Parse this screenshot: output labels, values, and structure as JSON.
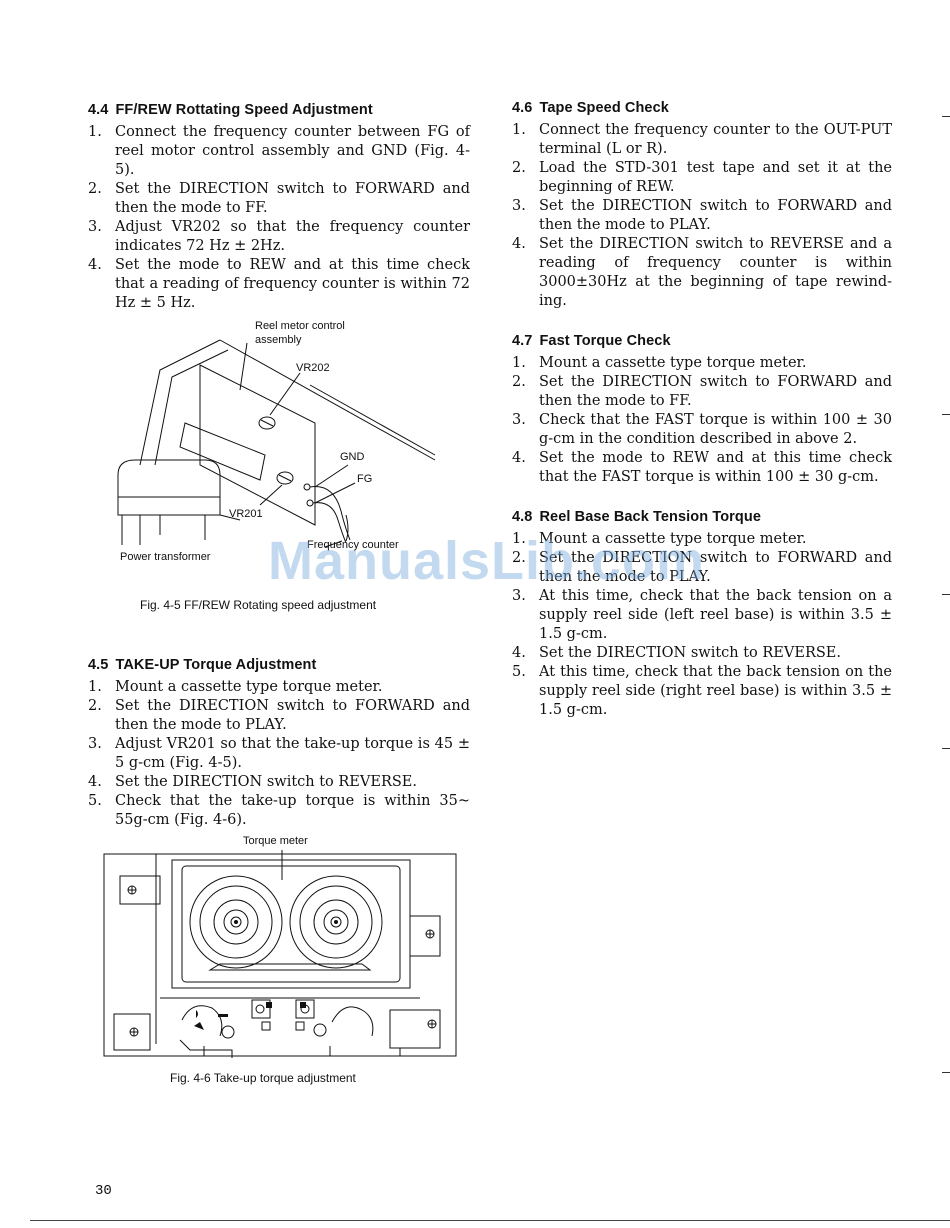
{
  "sections": {
    "s44": {
      "num": "4.4",
      "title": "FF/REW Rottating Speed Adjustment",
      "steps": [
        {
          "n": "1.",
          "text": "Connect the frequency counter between FG of reel motor control assembly and GND (Fig. 4-5)."
        },
        {
          "n": "2.",
          "text": "Set the DIRECTION switch to FORWARD and then the mode to FF."
        },
        {
          "n": "3.",
          "text": "Adjust VR202 so that the frequency counter indicates 72 Hz ± 2Hz."
        },
        {
          "n": "4.",
          "text": "Set the mode to REW and at this time check that a reading of frequency counter is within 72 Hz ± 5 Hz."
        }
      ]
    },
    "s45": {
      "num": "4.5",
      "title": "TAKE-UP Torque Adjustment",
      "steps": [
        {
          "n": "1.",
          "text": "Mount a cassette type torque meter."
        },
        {
          "n": "2.",
          "text": "Set the DIRECTION switch to FORWARD and then the mode to PLAY."
        },
        {
          "n": "3.",
          "text": "Adjust VR201 so that the take-up torque is 45 ± 5 g-cm (Fig. 4-5)."
        },
        {
          "n": "4.",
          "text": "Set the DIRECTION switch to REVERSE."
        },
        {
          "n": "5.",
          "text": "Check that the take-up torque is within 35~ 55g-cm (Fig. 4-6)."
        }
      ]
    },
    "s46": {
      "num": "4.6",
      "title": "Tape Speed Check",
      "steps": [
        {
          "n": "1.",
          "text": "Connect the frequency counter to the OUT-PUT terminal (L or R)."
        },
        {
          "n": "2.",
          "text": "Load the STD-301 test tape and set it at the beginning of REW."
        },
        {
          "n": "3.",
          "text": "Set the DIRECTION switch to FORWARD and then the mode to PLAY."
        },
        {
          "n": "4.",
          "text": "Set the DIRECTION switch to REVERSE and a reading of frequency counter is within 3000±30Hz at the beginning of tape rewind-ing."
        }
      ]
    },
    "s47": {
      "num": "4.7",
      "title": "Fast Torque Check",
      "steps": [
        {
          "n": "1.",
          "text": "Mount a cassette type torque meter."
        },
        {
          "n": "2.",
          "text": "Set the DIRECTION switch to FORWARD and then the mode to FF."
        },
        {
          "n": "3.",
          "text": "Check that the FAST torque is within 100 ± 30 g-cm in the condition described in above 2."
        },
        {
          "n": "4.",
          "text": "Set the mode to REW and at this time check that the FAST torque is within 100 ± 30 g-cm."
        }
      ]
    },
    "s48": {
      "num": "4.8",
      "title": "Reel Base Back Tension Torque",
      "steps": [
        {
          "n": "1.",
          "text": "Mount a cassette type torque meter."
        },
        {
          "n": "2.",
          "text": "Set the DIRECTION switch to FORWARD and then the mode to PLAY."
        },
        {
          "n": "3.",
          "text": "At this time, check that the back tension on a supply reel side (left reel base) is within 3.5 ± 1.5 g-cm."
        },
        {
          "n": "4.",
          "text": "Set the DIRECTION switch to REVERSE."
        },
        {
          "n": "5.",
          "text": "At this time, check that the back tension on the supply reel side (right reel base) is within 3.5 ± 1.5 g-cm."
        }
      ]
    }
  },
  "fig45": {
    "caption": "Fig. 4-5  FF/REW Rotating speed adjustment",
    "label_reel_1": "Reel metor control",
    "label_reel_2": "assembly",
    "label_vr202": "VR202",
    "label_gnd": "GND",
    "label_fg": "FG",
    "label_vr201": "VR201",
    "label_freq": "Frequency counter",
    "label_power": "Power transformer"
  },
  "fig46": {
    "caption": "Fig. 4-6  Take-up torque adjustment",
    "label_meter": "Torque meter"
  },
  "page_number": "30",
  "watermark": "ManualsLib.com"
}
